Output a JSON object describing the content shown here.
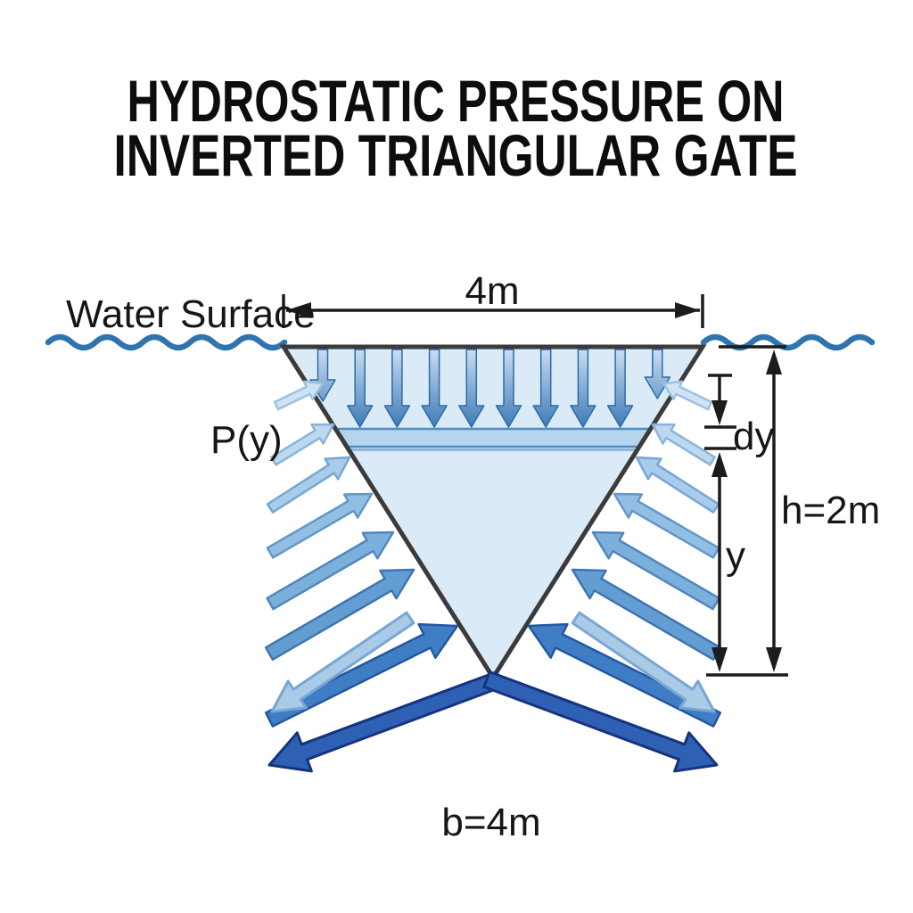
{
  "title": {
    "line1": "HYDROSTATIC PRESSURE ON",
    "line2": "INVERTED TRIANGULAR GATE"
  },
  "labels": {
    "water_surface": "Water Surface",
    "top_width": "4m",
    "pressure_function": "P(y)",
    "strip_thickness": "dy",
    "depth_variable": "y",
    "total_height": "h=2m",
    "base_width": "b=4m"
  },
  "diagram": {
    "description": "Inverted triangular gate submerged with apex down; top edge at water surface; pressure arrows act perpendicular to the slanted sides and increase with depth; a horizontal differential strip of thickness dy at depth y is highlighted",
    "gate_top_width_m": 4,
    "gate_height_m": 2,
    "gate_base_label_m": 4
  },
  "colors": {
    "background": "#ffffff",
    "text": "#161616",
    "water_line": "#2f74ae",
    "gate_fill": "#daeaf6",
    "gate_outline": "#3b3b3b",
    "strip_fill": "#b6d4ec",
    "strip_outline": "#4f8ec2",
    "down_arrow_top": "#c8def2",
    "down_arrow_tip": "#3c78b6",
    "side_arrow_light": "#cfe3f4",
    "side_arrow_dark": "#3f7dc5",
    "outward_arrow_light": "#a9cbe8",
    "outward_arrow_navy": "#2e61b4",
    "dimension": "#1c1c1c"
  }
}
